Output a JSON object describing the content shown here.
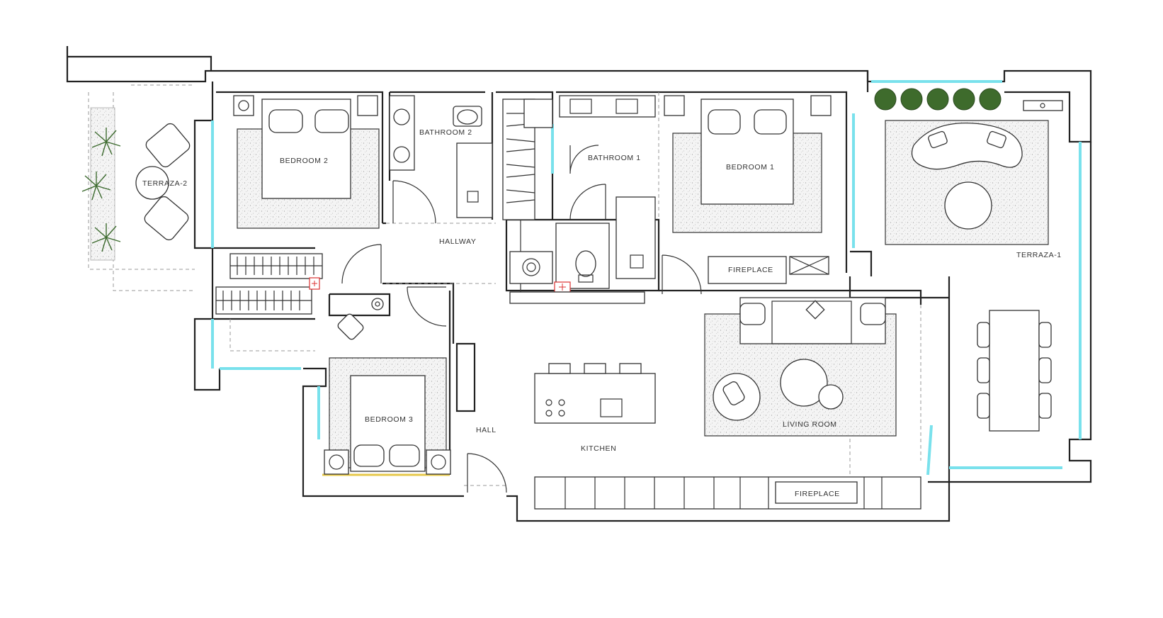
{
  "plan": {
    "rooms": {
      "bedroom_1": "BEDROOM 1",
      "bedroom_2": "BEDROOM 2",
      "bedroom_3": "BEDROOM 3",
      "bathroom_1": "BATHROOM 1",
      "bathroom_2": "BATHROOM 2",
      "hallway": "HALLWAY",
      "hall": "HALL",
      "kitchen": "KITCHEN",
      "living_room": "LIVING ROOM",
      "terraza_1": "TERRAZA-1",
      "terraza_2": "TERRAZA-2"
    },
    "fixtures": {
      "fireplace_bedroom": "FIREPLACE",
      "fireplace_living": "FIREPLACE"
    },
    "colors": {
      "glazing": "#79e1ec",
      "wall": "#222222",
      "planting": "#3e6b2c",
      "accent_red": "#dd3333"
    }
  }
}
